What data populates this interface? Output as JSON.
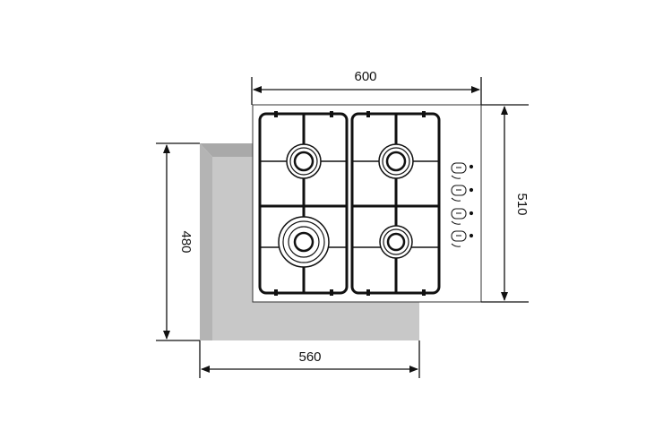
{
  "diagram": {
    "colors": {
      "background": "#ffffff",
      "line": "#111111",
      "cutout_fill": "#c8c8c8",
      "cutout_edge": "#a9a9a9",
      "hob_fill": "#ffffff"
    },
    "dimensions": {
      "hob_width": "600",
      "hob_depth": "510",
      "cutout_width": "560",
      "cutout_depth": "480"
    },
    "icons": {
      "burner": "gas-burner-icon",
      "knob": "control-knob-icon",
      "arrow": "dimension-arrow-icon"
    }
  }
}
